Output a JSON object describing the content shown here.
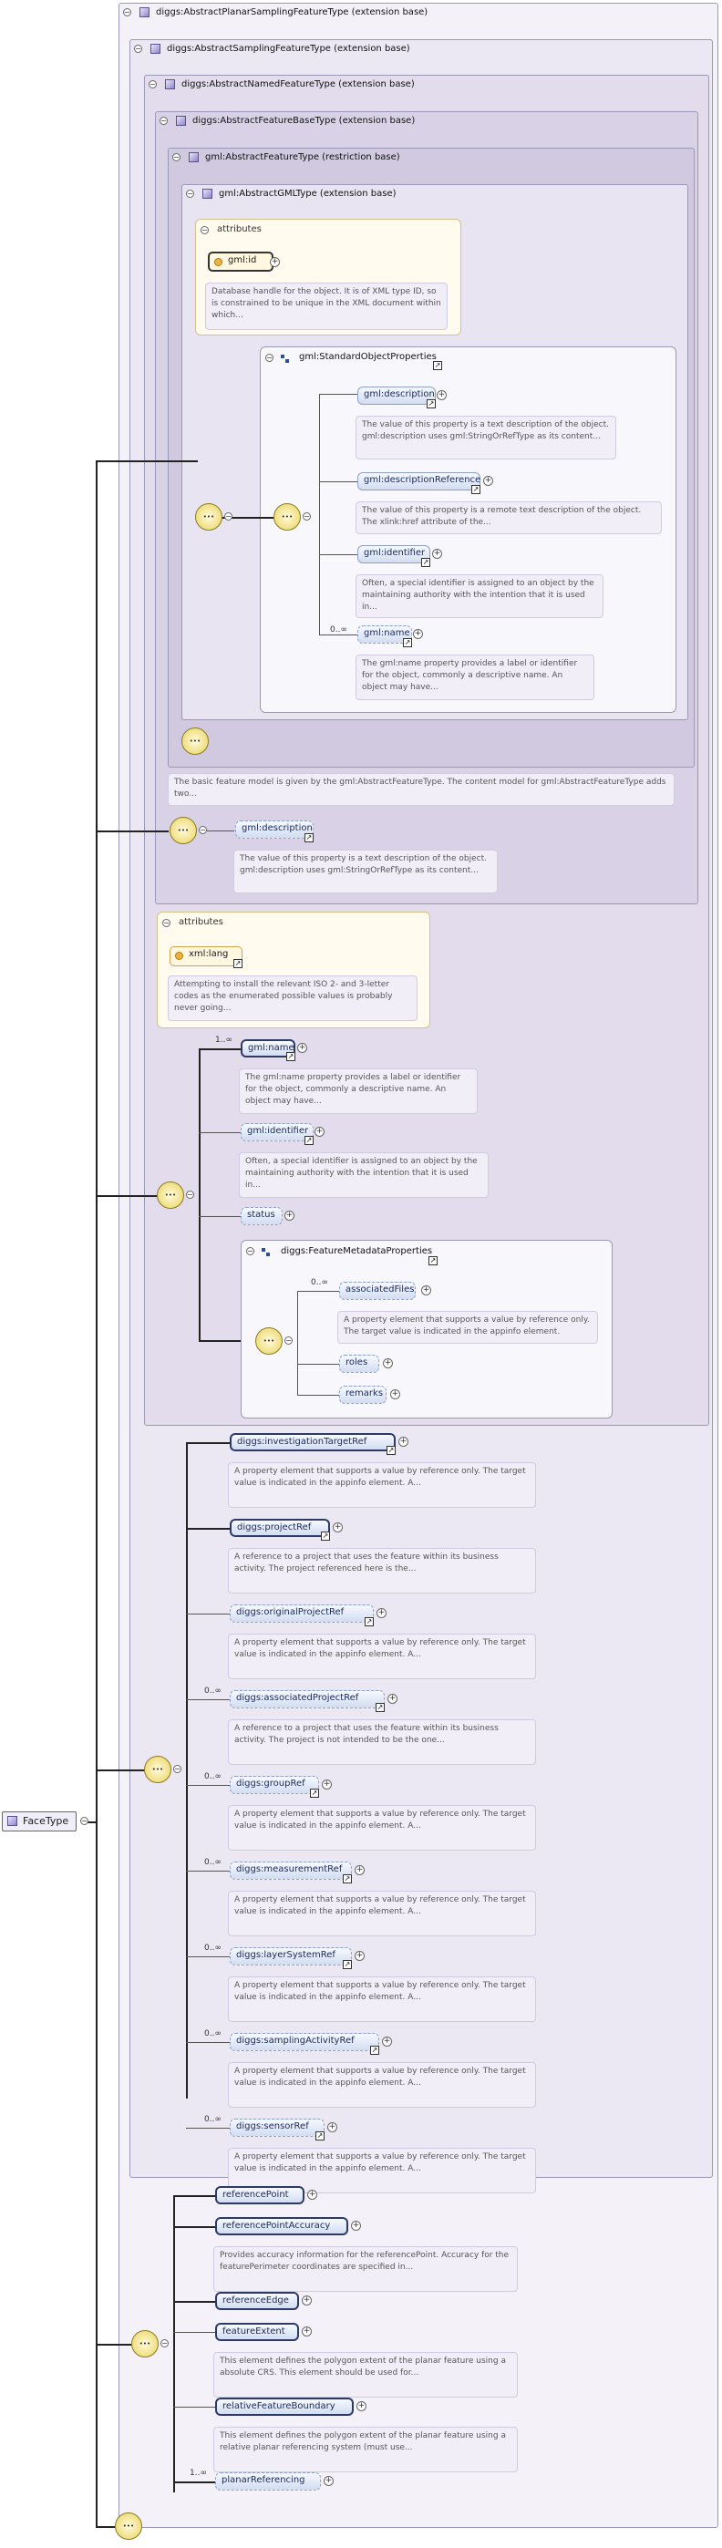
{
  "root": {
    "label": "FaceType"
  },
  "types": {
    "planar_sampling": "diggs:AbstractPlanarSamplingFeatureType (extension base)",
    "sampling": "diggs:AbstractSamplingFeatureType (extension base)",
    "named": "diggs:AbstractNamedFeatureType (extension base)",
    "feature_base": "diggs:AbstractFeatureBaseType (extension base)",
    "gml_feature": "gml:AbstractFeatureType (restriction base)",
    "gml_gml": "gml:AbstractGMLType (extension base)"
  },
  "attributes_label": "attributes",
  "gml_id": {
    "label": "gml:id",
    "doc": "Database handle for the object. It is of XML type ID, so is constrained to be unique in the XML document within which..."
  },
  "std_props": {
    "label": "gml:StandardObjectProperties"
  },
  "std_items": [
    {
      "label": "gml:description",
      "doc": "The value of this property is a text description of the object. gml:description uses gml:StringOrRefType as its content..."
    },
    {
      "label": "gml:descriptionReference",
      "doc": "The value of this property is a remote text description of the object. The xlink:href attribute of the..."
    },
    {
      "label": "gml:identifier",
      "doc": "Often, a special identifier is assigned to an object by the maintaining authority with the intention that it is used in..."
    },
    {
      "label": "gml:name",
      "card": "0..∞",
      "doc": "The gml:name property provides a label or identifier for the object, commonly a descriptive name. An object may have..."
    }
  ],
  "feature_doc": "The basic feature model is given by the gml:AbstractFeatureType. The content model for gml:AbstractFeatureType adds two...",
  "base_description": {
    "label": "gml:description",
    "doc": "The value of this property is a text description of the object. gml:description uses gml:StringOrRefType as its content..."
  },
  "xml_lang": {
    "label": "xml:lang",
    "doc": "Attempting to install the relevant ISO 2- and 3-letter codes as the enumerated possible values is probably never going..."
  },
  "named_items": {
    "name": {
      "label": "gml:name",
      "card": "1..∞",
      "doc": "The gml:name property provides a label or identifier for the object, commonly a descriptive name. An object may have..."
    },
    "identifier": {
      "label": "gml:identifier",
      "doc": "Often, a special identifier is assigned to an object by the maintaining authority with the intention that it is used in..."
    },
    "status": {
      "label": "status"
    },
    "metadata": {
      "label": "diggs:FeatureMetadataProperties"
    },
    "associatedFiles": {
      "label": "associatedFiles",
      "card": "0..∞",
      "doc": "A property element that supports a value by reference only. The target value is indicated in the appinfo element."
    },
    "roles": {
      "label": "roles"
    },
    "remarks": {
      "label": "remarks"
    }
  },
  "sampling_items": [
    {
      "label": "diggs:investigationTargetRef",
      "card": "",
      "doc": "A property element that supports a value by reference only. The target value is indicated in the appinfo element. A..."
    },
    {
      "label": "diggs:projectRef",
      "card": "",
      "doc": "A reference to a project that uses the feature within its business activity. The project referenced here is the..."
    },
    {
      "label": "diggs:originalProjectRef",
      "card": "",
      "doc": "A property element that supports a value by reference only. The target value is indicated in the appinfo element. A..."
    },
    {
      "label": "diggs:associatedProjectRef",
      "card": "0..∞",
      "doc": "A reference to a project that uses the feature within its business activity. The project is not intended to be the one..."
    },
    {
      "label": "diggs:groupRef",
      "card": "0..∞",
      "doc": "A property element that supports a value by reference only. The target value is indicated in the appinfo element. A..."
    },
    {
      "label": "diggs:measurementRef",
      "card": "0..∞",
      "doc": "A property element that supports a value by reference only. The target value is indicated in the appinfo element. A..."
    },
    {
      "label": "diggs:layerSystemRef",
      "card": "0..∞",
      "doc": "A property element that supports a value by reference only. The target value is indicated in the appinfo element. A..."
    },
    {
      "label": "diggs:samplingActivityRef",
      "card": "0..∞",
      "doc": "A property element that supports a value by reference only. The target value is indicated in the appinfo element. A..."
    },
    {
      "label": "diggs:sensorRef",
      "card": "0..∞",
      "doc": "A property element that supports a value by reference only. The target value is indicated in the appinfo element. A..."
    }
  ],
  "planar_items": [
    {
      "label": "referencePoint",
      "card": "",
      "doc": ""
    },
    {
      "label": "referencePointAccuracy",
      "card": "",
      "doc": "Provides accuracy information for the referencePoint. Accuracy for the featurePerimeter coordinates are specified in..."
    },
    {
      "label": "referenceEdge",
      "card": "",
      "doc": ""
    },
    {
      "label": "featureExtent",
      "card": "",
      "doc": "This element defines the polygon extent of the planar feature using a absolute CRS. This element should be used for..."
    },
    {
      "label": "relativeFeatureBoundary",
      "card": "",
      "doc": "This element defines the polygon extent of the planar feature using a relative planar referencing system (must use..."
    },
    {
      "label": "planarReferencing",
      "card": "1..∞",
      "doc": ""
    }
  ]
}
